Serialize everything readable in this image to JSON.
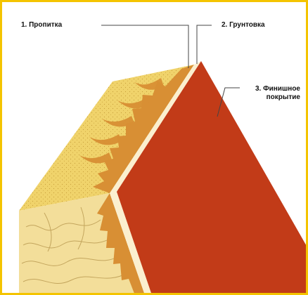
{
  "labels": {
    "impregnation": "1. Пропитка",
    "primer": "2. Грунтовка",
    "finish_line1": "3. Финишное",
    "finish_line2": "покрытие"
  },
  "colors": {
    "frame_border": "#f4c400",
    "wood_top": "#f0d36b",
    "wood_end": "#f3de9a",
    "impregnation": "#d88f34",
    "primer": "#fbefcf",
    "finish": "#c23b18",
    "leader_line": "#444444"
  }
}
